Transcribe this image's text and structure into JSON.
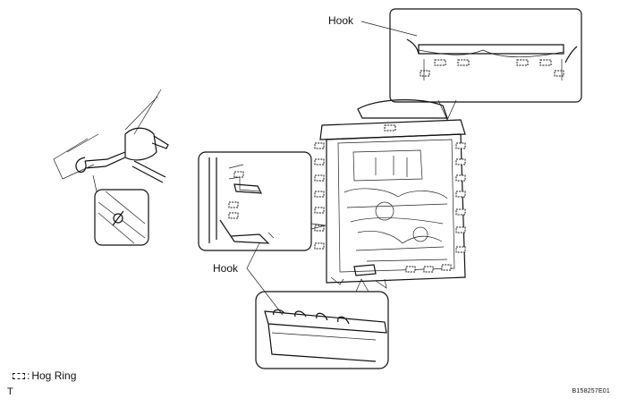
{
  "labels": {
    "hook_top": "Hook",
    "hook_bottom": "Hook"
  },
  "legend": {
    "symbol_text": "Hog Ring",
    "separator": ":"
  },
  "corner_mark": "T",
  "figure_code": "B158257E01"
}
